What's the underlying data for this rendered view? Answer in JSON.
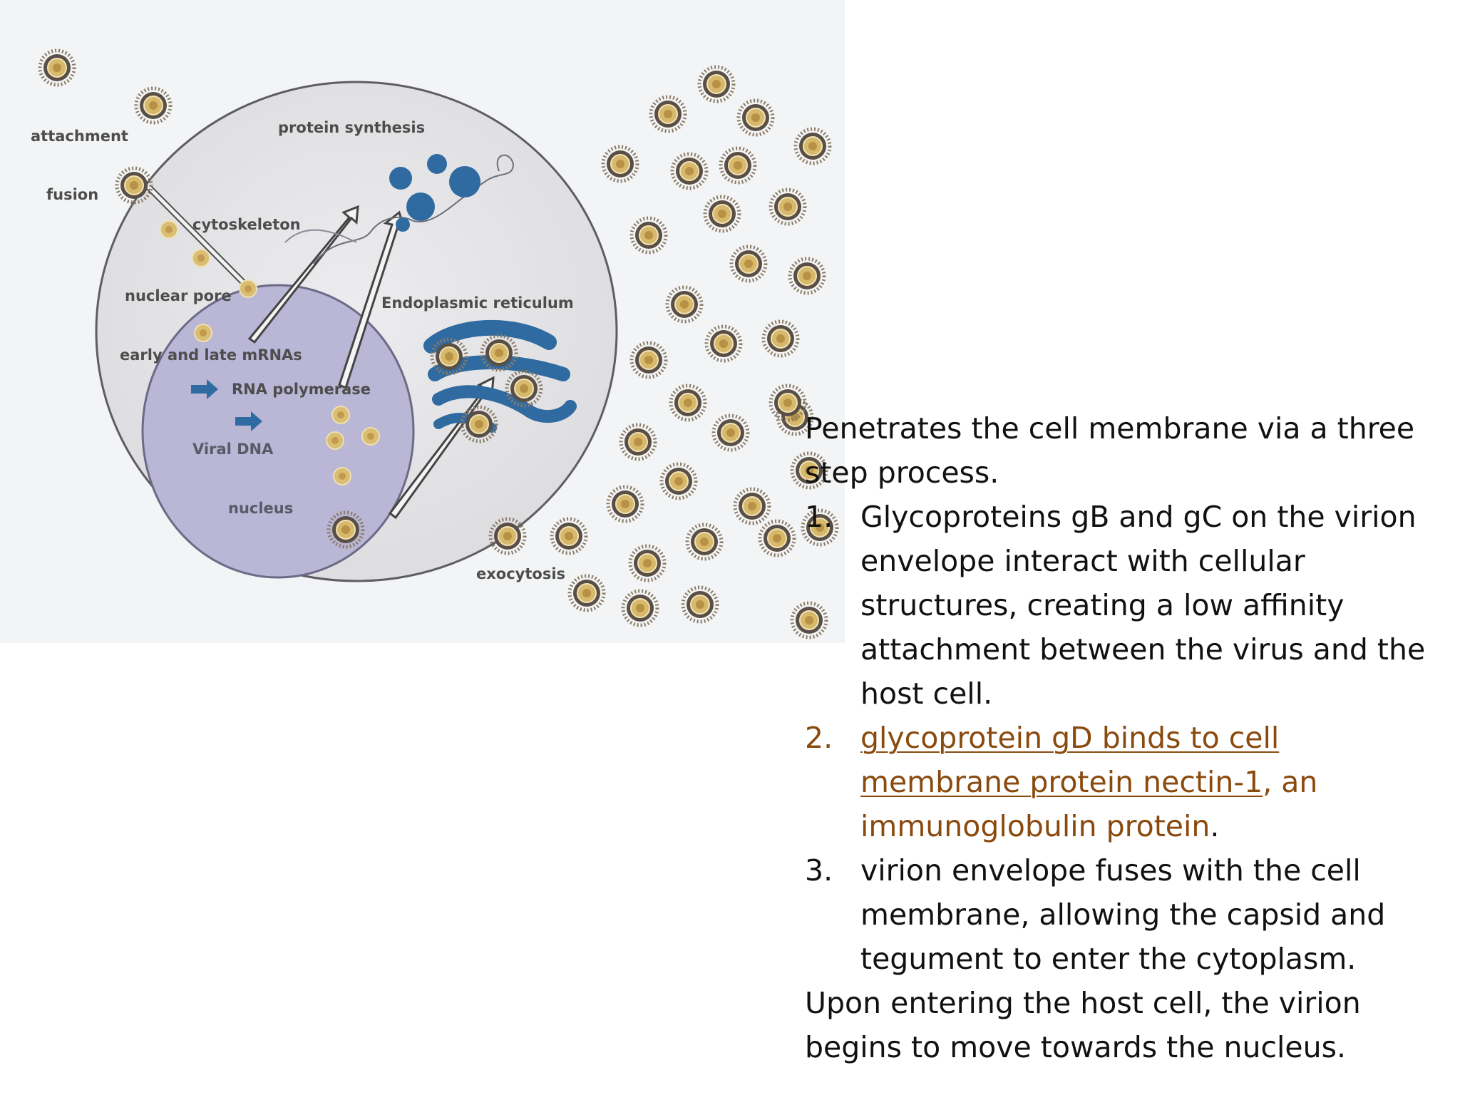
{
  "diagram": {
    "labels": {
      "attachment": "attachment",
      "fusion": "fusion",
      "protein_synthesis": "protein synthesis",
      "cytoskeleton": "cytoskeleton",
      "nuclear_pore": "nuclear pore",
      "endoplasmic_reticulum": "Endoplasmic reticulum",
      "mrnas": "early and late mRNAs",
      "rna_polymerase": "RNA polymerase",
      "viral_dna": "Viral DNA",
      "nucleus": "nucleus",
      "exocytosis": "exocytosis"
    },
    "colors": {
      "cell": "#e6e6e8",
      "nucleus": "#b9b6d6",
      "protein": "#2f6aa0",
      "virion_core": "#d8b86a",
      "virion_spike": "#8a7a66"
    }
  },
  "text": {
    "intro": "Penetrates the cell membrane via a three step process.",
    "steps": [
      {
        "num": "1.",
        "text": "Glycoproteins gB and gC on the virion envelope interact with cellular structures, creating a low affinity attachment between the virus and the host cell."
      },
      {
        "num": "2.",
        "link": "glycoprotein gD binds to cell membrane protein nectin-1",
        "after": ", an ",
        "link2": "immunoglobulin protein",
        "end": "."
      },
      {
        "num": "3.",
        "text": "virion envelope fuses with the cell membrane, allowing the capsid and tegument to enter the cytoplasm."
      }
    ],
    "outro": "Upon entering the host cell, the virion begins to move towards the nucleus."
  }
}
